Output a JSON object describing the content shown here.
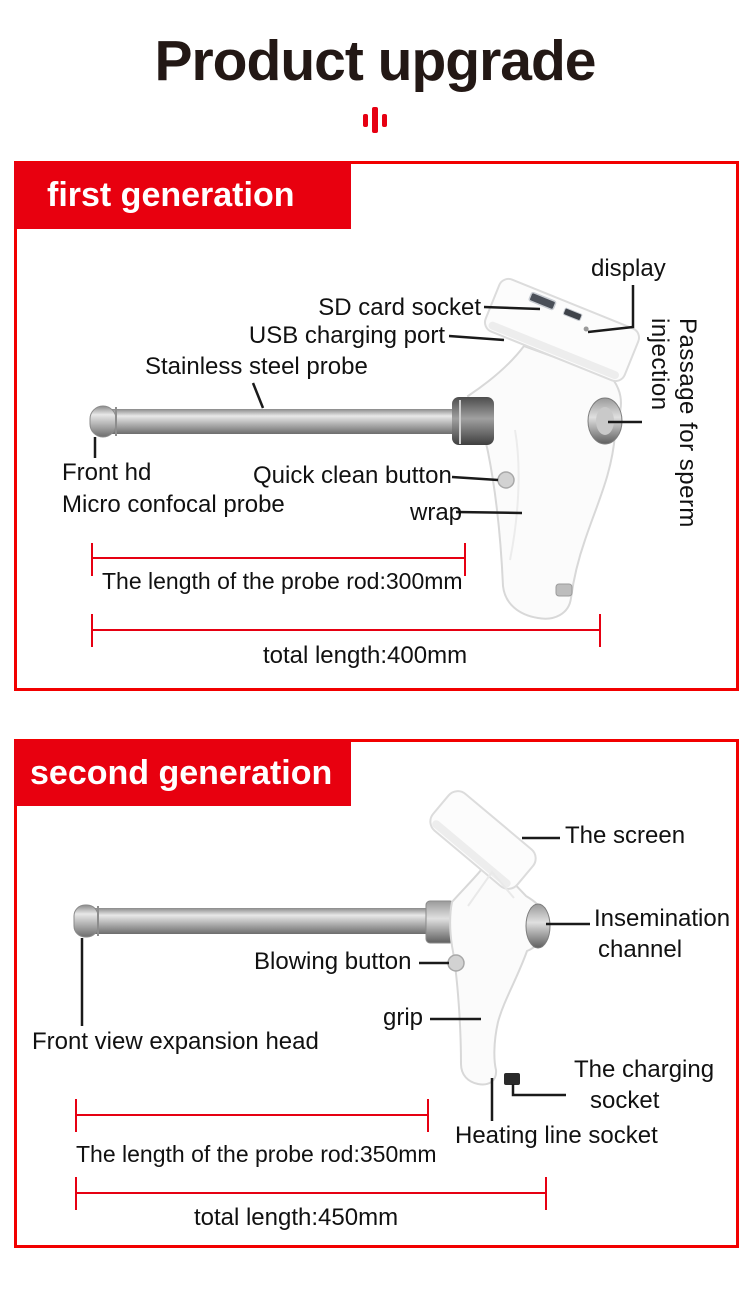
{
  "poster": {
    "title": "Product upgrade",
    "colors": {
      "accent_red": "#e8000f",
      "border_red": "#f20000",
      "measure_red": "#e60012",
      "title_text": "#231815",
      "label_text": "#111111"
    },
    "first_gen": {
      "banner": "first generation",
      "labels": {
        "display": "display",
        "sd_card": "SD card socket",
        "usb": "USB charging port",
        "probe": "Stainless steel probe",
        "front_hd_line1": "Front hd",
        "front_hd_line2": "Micro confocal probe",
        "quick_clean": "Quick clean button",
        "wrap": "wrap",
        "passage": "Passage for sperm injection"
      },
      "measurements": {
        "probe_rod": "The length of the probe rod:300mm",
        "total": "total length:400mm"
      }
    },
    "second_gen": {
      "banner": "second generation",
      "labels": {
        "screen": "The screen",
        "insemination_line1": "Insemination",
        "insemination_line2": "channel",
        "blowing": "Blowing button",
        "grip": "grip",
        "front_view": "Front view expansion head",
        "charging_line1": "The charging",
        "charging_line2": "socket",
        "heating": "Heating line socket"
      },
      "measurements": {
        "probe_rod": "The length of the probe rod:350mm",
        "total": "total length:450mm"
      }
    }
  }
}
